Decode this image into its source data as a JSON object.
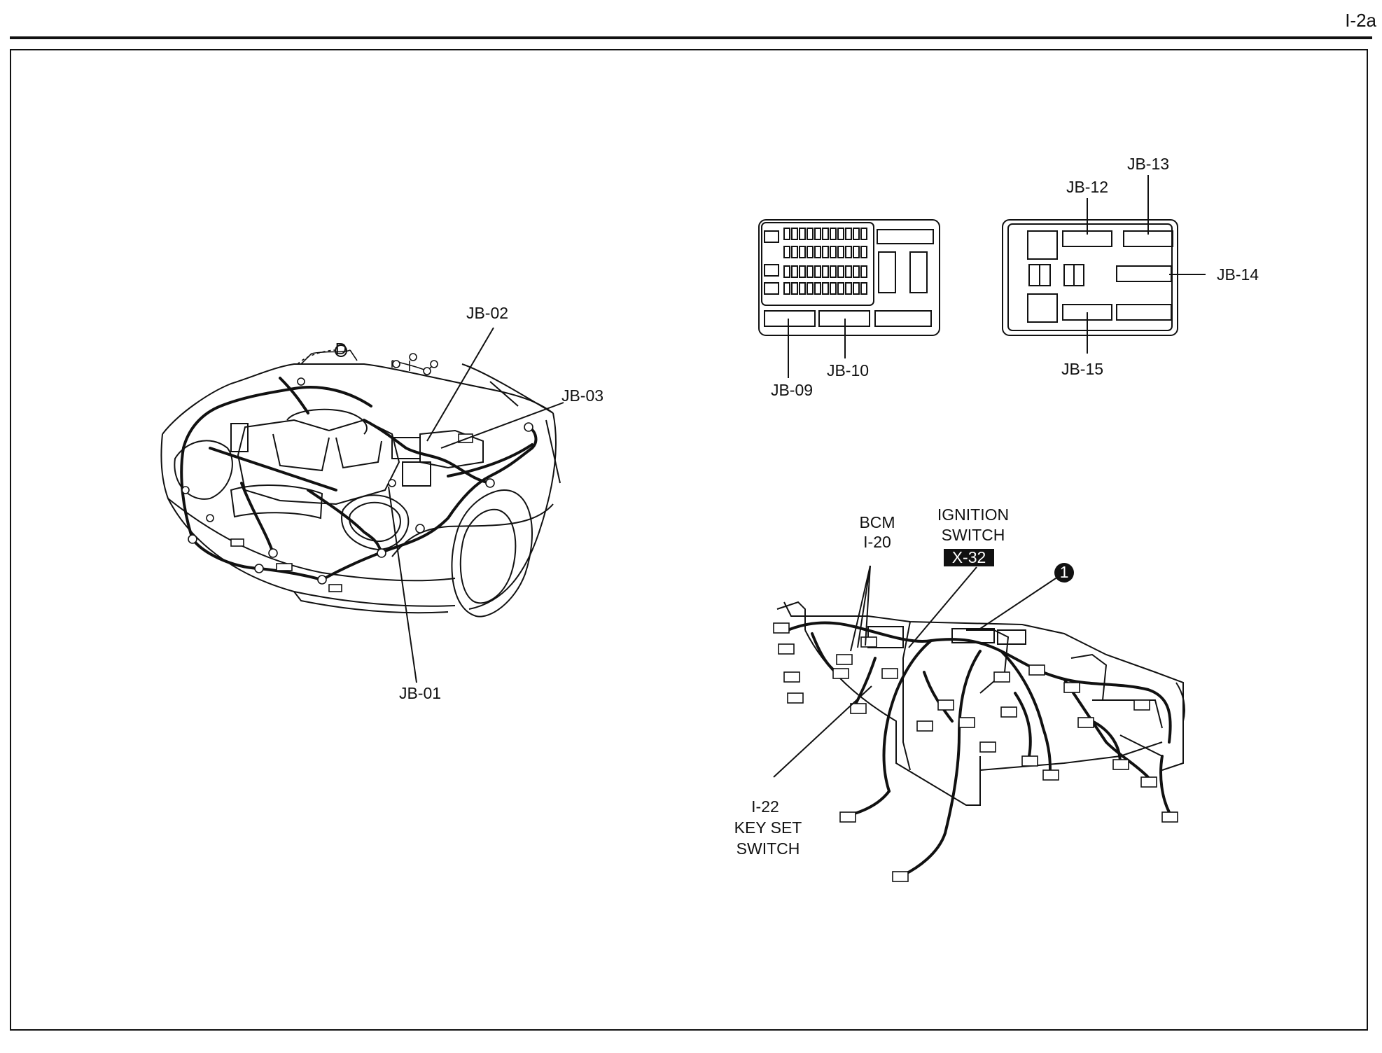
{
  "page": {
    "code": "I-2a"
  },
  "engine_bay": {
    "labels": {
      "jb01": "JB-01",
      "jb02": "JB-02",
      "jb03": "JB-03"
    },
    "marker": "D"
  },
  "junction_box_left": {
    "labels": {
      "jb09": "JB-09",
      "jb10": "JB-10"
    }
  },
  "junction_box_right": {
    "labels": {
      "jb12": "JB-12",
      "jb13": "JB-13",
      "jb14": "JB-14",
      "jb15": "JB-15"
    }
  },
  "dashboard": {
    "bcm": [
      "BCM",
      "I-20"
    ],
    "ignition": [
      "IGNITION",
      "SWITCH"
    ],
    "ignition_code": "X-32",
    "callout": "1",
    "key_set": [
      "I-22",
      "KEY SET",
      "SWITCH"
    ]
  }
}
